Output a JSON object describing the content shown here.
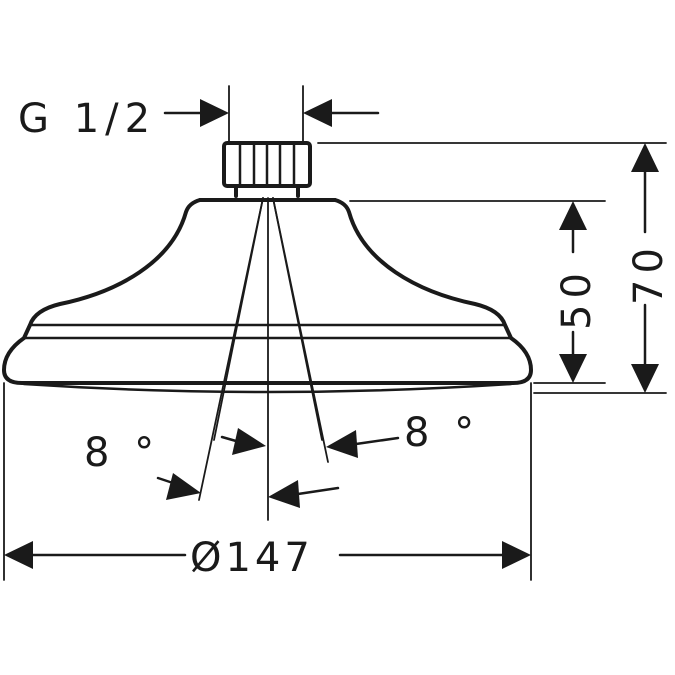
{
  "diagram": {
    "labels": {
      "thread": "G 1/2",
      "height_total": "70",
      "height_head": "50",
      "angle_left": "8 °",
      "angle_right": "8 °",
      "diameter": "Ø147"
    },
    "colors": {
      "line": "#1a1a1a",
      "background": "#ffffff"
    }
  }
}
